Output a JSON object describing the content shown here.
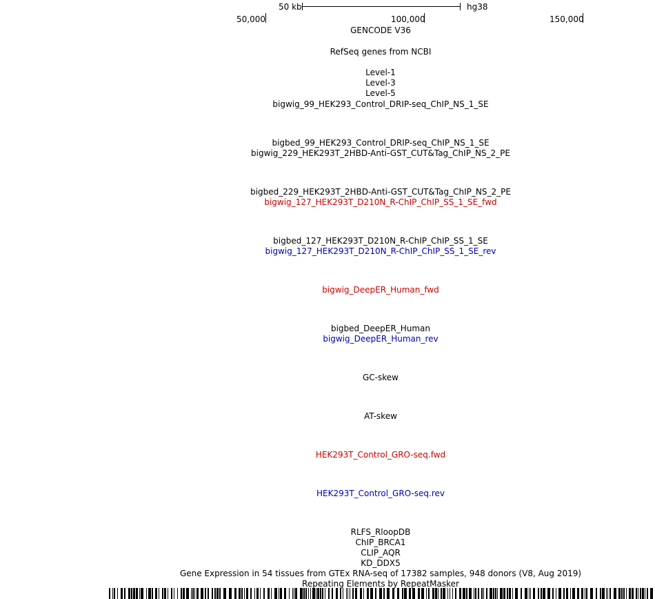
{
  "browser": {
    "scale_label": "50 kb",
    "assembly": "hg38",
    "positions": [
      "50,000",
      "100,000",
      "150,000"
    ]
  },
  "tracks": [
    {
      "label": "GENCODE V36",
      "color": "black"
    },
    {
      "label": "RefSeq genes from NCBI",
      "color": "black"
    },
    {
      "label": "Level-1",
      "color": "black"
    },
    {
      "label": "Level-3",
      "color": "black"
    },
    {
      "label": "Level-5",
      "color": "black"
    },
    {
      "label": "bigwig_99_HEK293_Control_DRIP-seq_ChIP_NS_1_SE",
      "color": "black"
    },
    {
      "label": "bigbed_99_HEK293_Control_DRIP-seq_ChIP_NS_1_SE",
      "color": "black"
    },
    {
      "label": "bigwig_229_HEK293T_2HBD-Anti-GST_CUT&Tag_ChIP_NS_2_PE",
      "color": "black"
    },
    {
      "label": "bigbed_229_HEK293T_2HBD-Anti-GST_CUT&Tag_ChIP_NS_2_PE",
      "color": "black"
    },
    {
      "label": "bigwig_127_HEK293T_D210N_R-ChIP_ChIP_SS_1_SE_fwd",
      "color": "red"
    },
    {
      "label": "bigbed_127_HEK293T_D210N_R-ChIP_ChIP_SS_1_SE",
      "color": "black"
    },
    {
      "label": "bigwig_127_HEK293T_D210N_R-ChIP_ChIP_SS_1_SE_rev",
      "color": "blue"
    },
    {
      "label": "bigwig_DeepER_Human_fwd",
      "color": "red"
    },
    {
      "label": "bigbed_DeepER_Human",
      "color": "black"
    },
    {
      "label": "bigwig_DeepER_Human_rev",
      "color": "blue"
    },
    {
      "label": "GC-skew",
      "color": "black"
    },
    {
      "label": "AT-skew",
      "color": "black"
    },
    {
      "label": "HEK293T_Control_GRO-seq.fwd",
      "color": "red"
    },
    {
      "label": "HEK293T_Control_GRO-seq.rev",
      "color": "blue"
    },
    {
      "label": "RLFS_RloopDB",
      "color": "black"
    },
    {
      "label": "ChIP_BRCA1",
      "color": "black"
    },
    {
      "label": "CLIP_AQR",
      "color": "black"
    },
    {
      "label": "KD_DDX5",
      "color": "black"
    },
    {
      "label": "Gene Expression in 54 tissues from GTEx RNA-seq of 17382 samples, 948 donors (V8, Aug 2019)",
      "color": "black"
    },
    {
      "label": "Repeating Elements by RepeatMasker",
      "color": "black"
    }
  ]
}
